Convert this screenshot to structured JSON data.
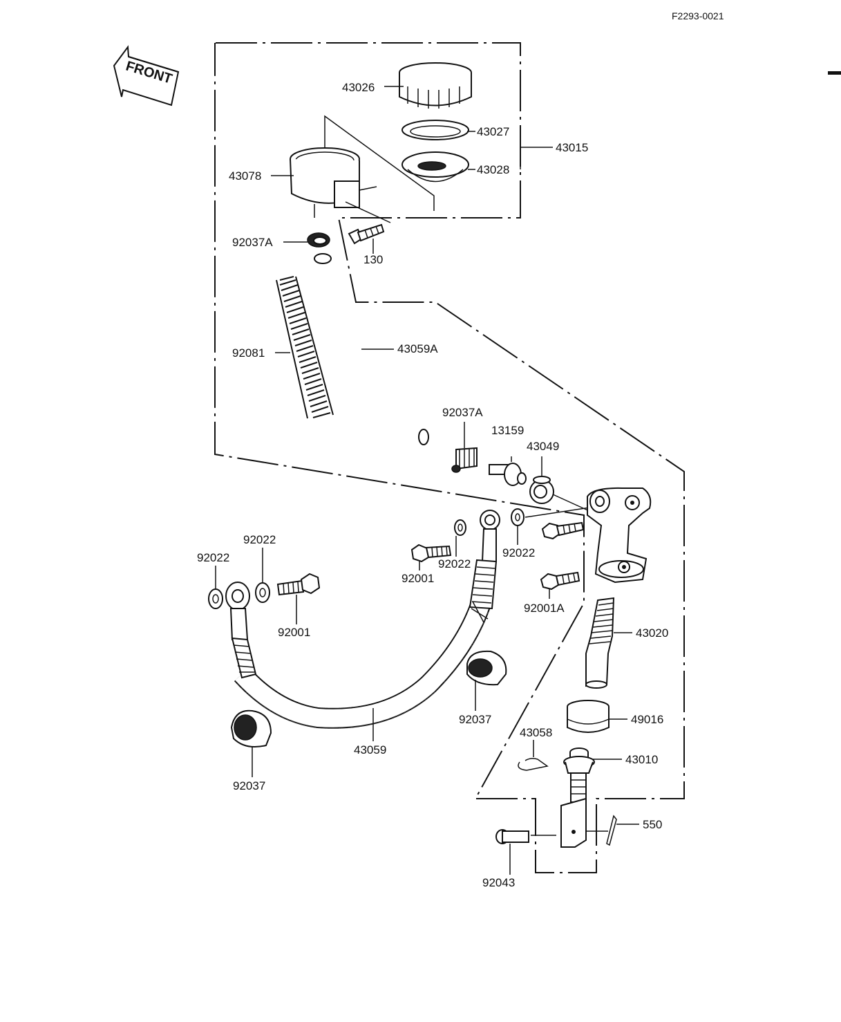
{
  "document_code": "F2293-0021",
  "front_label": "FRONT",
  "parts": {
    "p43026": "43026",
    "p43027": "43027",
    "p43015": "43015",
    "p43028": "43028",
    "p43078": "43078",
    "p92037A_top": "92037A",
    "p130": "130",
    "p92081": "92081",
    "p43059A": "43059A",
    "p92037A_mid": "92037A",
    "p13159": "13159",
    "p43049": "43049",
    "p92022_a": "92022",
    "p92022_b": "92022",
    "p92022_c": "92022",
    "p92022_d": "92022",
    "p92001_a": "92001",
    "p92001_b": "92001",
    "p92001A": "92001A",
    "p43020": "43020",
    "p92037_a": "92037",
    "p92037_b": "92037",
    "p43059": "43059",
    "p49016": "49016",
    "p43058": "43058",
    "p43010": "43010",
    "p550": "550",
    "p92043": "92043"
  }
}
